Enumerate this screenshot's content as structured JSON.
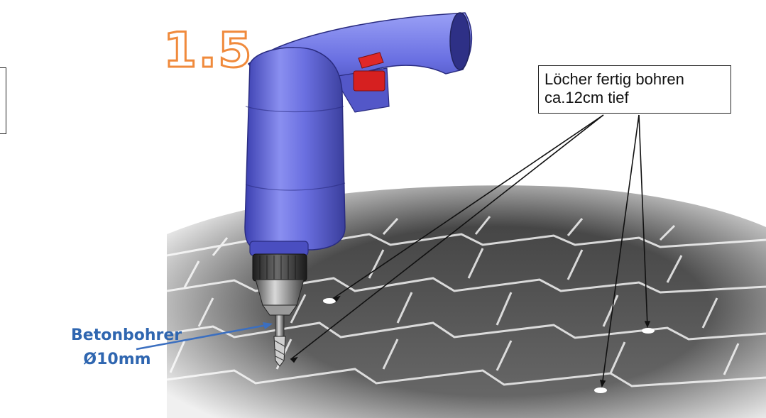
{
  "step": {
    "number": "1.5"
  },
  "callout": {
    "line1": "Löcher fertig bohren",
    "line2": "ca.12cm tief"
  },
  "drill_bit": {
    "line1": "Betonbohrer",
    "line2": "Ø10mm"
  },
  "colors": {
    "step_number": "#f08a3c",
    "drill_bit_label": "#2f66b0",
    "drill_body": "#6a6fe0",
    "trigger": "#d62020",
    "paving": "#4a4a4a"
  },
  "icons": [
    "drill-icon",
    "paving-stones",
    "drilled-hole"
  ]
}
